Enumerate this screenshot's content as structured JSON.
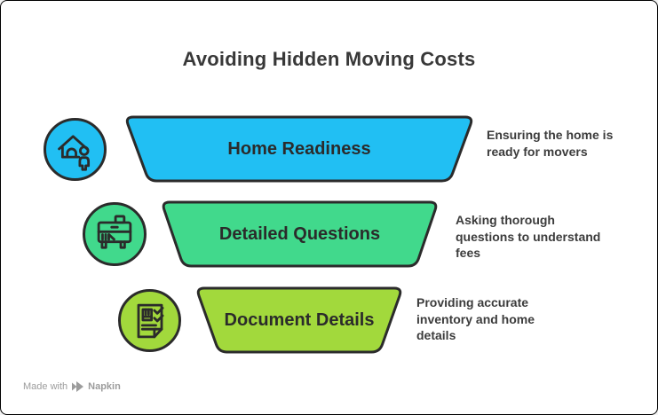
{
  "title": "Avoiding Hidden Moving Costs",
  "colors": {
    "background": "#FFFFFF",
    "border": "#000000",
    "outline": "#2B2B2B",
    "title_text": "#383838",
    "label_text": "#2B2B2B",
    "body_text": "#3C3C3C",
    "watermark_text": "#9C9C9C",
    "step1_cyan": "#21BFF3",
    "step2_green": "#41D98C",
    "step3_lime": "#A2D93C"
  },
  "steps": [
    {
      "label": "Home Readiness",
      "description": "Ensuring the home is ready for movers",
      "description_lines": [
        "Ensuring the home is",
        "ready for movers"
      ],
      "icon": "house-person-icon",
      "color": "#21BFF3"
    },
    {
      "label": "Detailed Questions",
      "description": "Asking thorough questions to understand fees",
      "description_lines": [
        "Asking thorough",
        "questions to understand",
        "fees"
      ],
      "icon": "furniture-dresser-icon",
      "color": "#41D98C"
    },
    {
      "label": "Document Details",
      "description": "Providing accurate inventory and home details",
      "description_lines": [
        "Providing accurate",
        "inventory and home",
        "details"
      ],
      "icon": "document-checklist-icon",
      "color": "#A2D93C"
    }
  ],
  "watermark": {
    "prefix": "Made with",
    "brand": "Napkin"
  }
}
